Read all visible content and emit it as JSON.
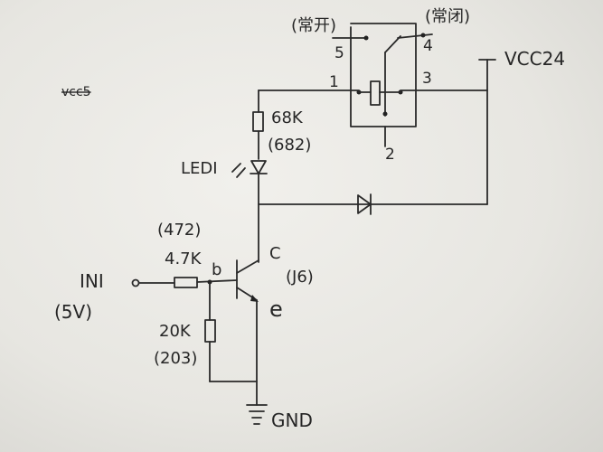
{
  "relay": {
    "contact_no_label": "(常开)",
    "contact_nc_label": "(常闭)",
    "pin_5": "5",
    "pin_4": "4",
    "pin_1": "1",
    "pin_3": "3",
    "pin_2": "2"
  },
  "power": {
    "vcc_label": "VCC24"
  },
  "scribble": {
    "text": "vcc5"
  },
  "resistor_led": {
    "value": "68K",
    "code": "(682)"
  },
  "led": {
    "label": "LEDI"
  },
  "resistor_base": {
    "code": "(472)",
    "value": "4.7K"
  },
  "resistor_pulldown": {
    "value": "20K",
    "code": "(203)"
  },
  "transistor": {
    "base_label": "b",
    "collector_label": "C",
    "emitter_label": "e",
    "part_code": "(J6)"
  },
  "input": {
    "name": "INI",
    "voltage": "(5V)"
  },
  "ground": {
    "label": "GND"
  }
}
